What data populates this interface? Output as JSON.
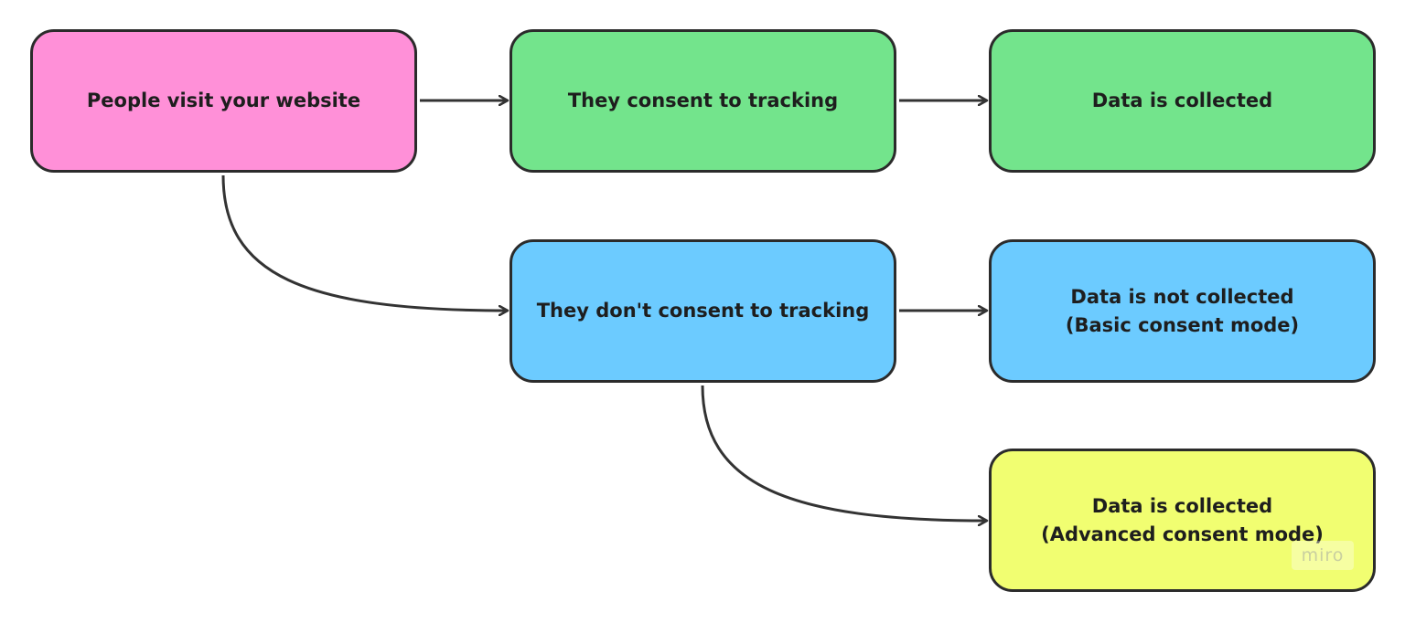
{
  "diagram": {
    "nodes": {
      "visit": {
        "lines": [
          "People visit your website"
        ],
        "color": "#ff90d8"
      },
      "consent": {
        "lines": [
          "They consent to tracking"
        ],
        "color": "#73e48c"
      },
      "collected": {
        "lines": [
          "Data is collected"
        ],
        "color": "#73e48c"
      },
      "noconsent": {
        "lines": [
          "They don't consent to tracking"
        ],
        "color": "#6ccbff"
      },
      "basic": {
        "lines": [
          "Data is not collected",
          "(Basic consent mode)"
        ],
        "color": "#6ccbff"
      },
      "advanced": {
        "lines": [
          "Data is collected",
          "(Advanced consent mode)"
        ],
        "color": "#f1fe71"
      }
    },
    "edges": [
      {
        "from": "visit",
        "to": "consent"
      },
      {
        "from": "consent",
        "to": "collected"
      },
      {
        "from": "visit",
        "to": "noconsent"
      },
      {
        "from": "noconsent",
        "to": "basic"
      },
      {
        "from": "noconsent",
        "to": "advanced"
      }
    ],
    "line_color": "#333333",
    "watermark": "miro"
  }
}
